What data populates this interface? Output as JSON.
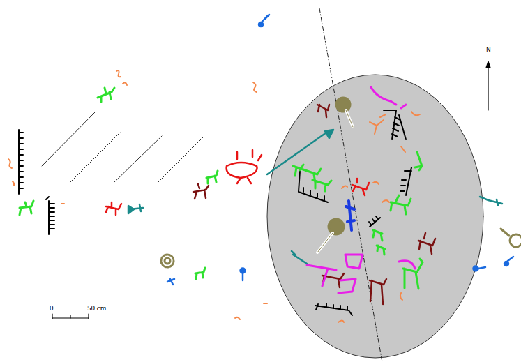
{
  "diagram": {
    "labels": [
      "N",
      "0",
      "50 cm"
    ]
  }
}
